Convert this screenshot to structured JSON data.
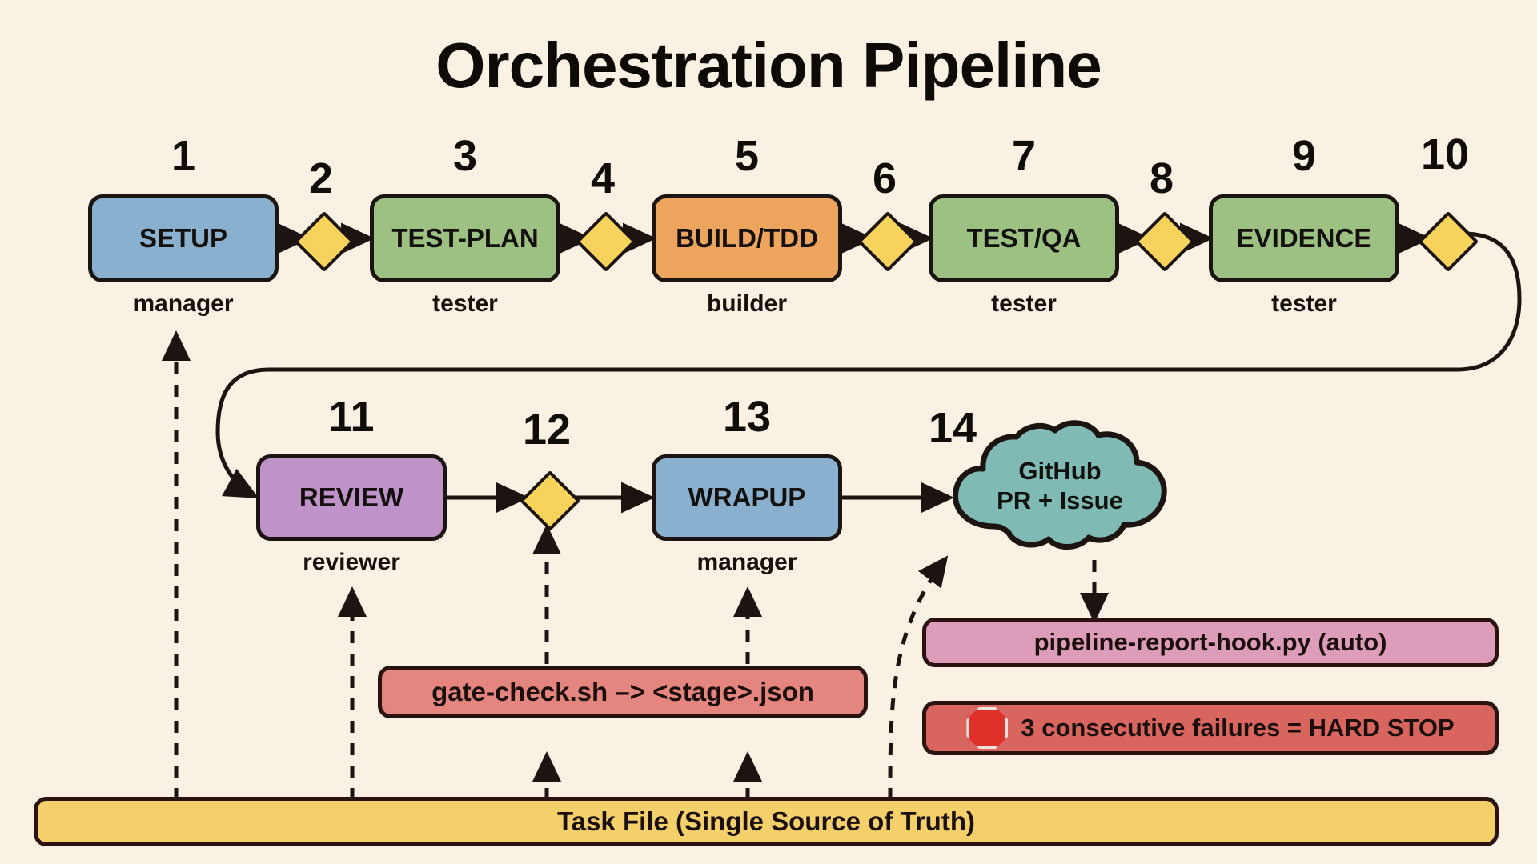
{
  "diagram": {
    "title": "Orchestration Pipeline",
    "background_color": "#f9f1e3",
    "stroke_color": "#1c1411"
  },
  "pipeline": {
    "stages": [
      {
        "number": "1",
        "label": "SETUP",
        "role": "manager",
        "color": "#8ab0cf",
        "type": "box"
      },
      {
        "number": "2",
        "label": "",
        "role": "",
        "color": "#f7d35c",
        "type": "gate"
      },
      {
        "number": "3",
        "label": "TEST-PLAN",
        "role": "tester",
        "color": "#9dc183",
        "type": "box"
      },
      {
        "number": "4",
        "label": "",
        "role": "",
        "color": "#f7d35c",
        "type": "gate"
      },
      {
        "number": "5",
        "label": "BUILD/TDD",
        "role": "builder",
        "color": "#eda45c",
        "type": "box"
      },
      {
        "number": "6",
        "label": "",
        "role": "",
        "color": "#f7d35c",
        "type": "gate"
      },
      {
        "number": "7",
        "label": "TEST/QA",
        "role": "tester",
        "color": "#9dc183",
        "type": "box"
      },
      {
        "number": "8",
        "label": "",
        "role": "",
        "color": "#f7d35c",
        "type": "gate"
      },
      {
        "number": "9",
        "label": "EVIDENCE",
        "role": "tester",
        "color": "#9dc183",
        "type": "box"
      },
      {
        "number": "10",
        "label": "",
        "role": "",
        "color": "#f7d35c",
        "type": "gate"
      },
      {
        "number": "11",
        "label": "REVIEW",
        "role": "reviewer",
        "color": "#bf93ca",
        "type": "box"
      },
      {
        "number": "12",
        "label": "",
        "role": "",
        "color": "#f7d35c",
        "type": "gate"
      },
      {
        "number": "13",
        "label": "WRAPUP",
        "role": "manager",
        "color": "#8ab0cf",
        "type": "box"
      },
      {
        "number": "14",
        "label": "GitHub PR + Issue",
        "role": "",
        "color": "#7fbab5",
        "type": "cloud"
      }
    ]
  },
  "cloud": {
    "number": "14",
    "line1": "GitHub",
    "line2": "PR + Issue",
    "color": "#7fbab5"
  },
  "artifacts": {
    "gate_check": {
      "label": "gate-check.sh –> <stage>.json",
      "color": "#e4857f"
    },
    "report_hook": {
      "label": "pipeline-report-hook.py (auto)",
      "color": "#dd9cb9"
    },
    "hard_stop": {
      "label": "3 consecutive failures = HARD STOP",
      "color": "#d9655f",
      "icon": "stop-octagon-icon"
    },
    "task_file": {
      "label": "Task File (Single Source of Truth)",
      "color": "#f3d06a"
    }
  }
}
